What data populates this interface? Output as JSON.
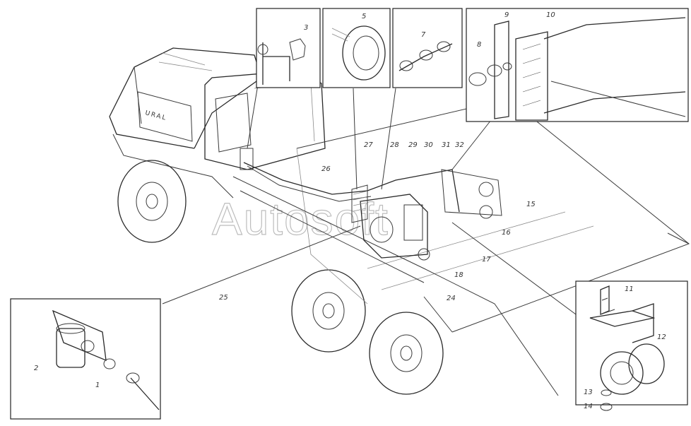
{
  "diagram": {
    "callouts": {
      "c1": "1",
      "c2": "2",
      "c3": "3",
      "c5": "5",
      "c7": "7",
      "c8": "8",
      "c9": "9",
      "c10": "10",
      "c11": "11",
      "c12": "12",
      "c13": "13",
      "c14": "14",
      "c15": "15",
      "c16": "16",
      "c17": "17",
      "c18": "18",
      "c24": "24",
      "c25": "25",
      "c26": "26",
      "c27": "27",
      "c28": "28",
      "c29": "29",
      "c30": "30",
      "c31": "31",
      "c32": "32"
    },
    "truck_badge": "URAL",
    "watermark": "Autosoft"
  }
}
